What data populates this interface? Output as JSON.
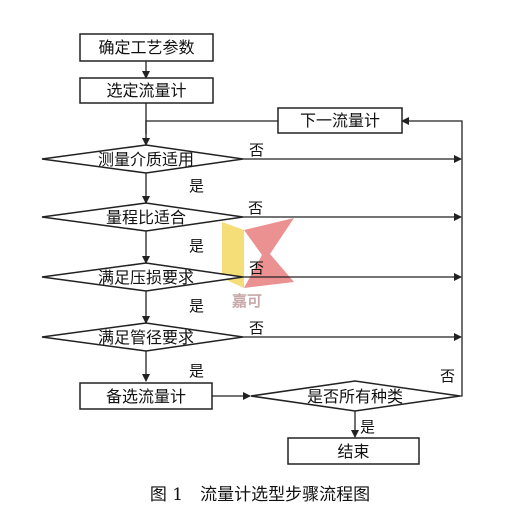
{
  "diagram": {
    "nodes": {
      "determine_params": "确定工艺参数",
      "select_meter": "选定流量计",
      "next_meter": "下一流量计",
      "medium_check": "测量介质适用",
      "range_check": "量程比适合",
      "pressure_loss_check": "满足压损要求",
      "pipe_diameter_check": "满足管径要求",
      "candidate_meter": "备选流量计",
      "all_types_check": "是否所有种类",
      "end": "结束"
    },
    "edge_labels": {
      "medium_no": "否",
      "medium_yes": "是",
      "range_no": "否",
      "range_yes": "是",
      "pressure_no": "否",
      "pressure_yes": "是",
      "pipe_no": "否",
      "pipe_yes": "是",
      "all_types_no": "否",
      "all_types_yes": "是"
    },
    "caption": "图 1　流量计选型步骤流程图"
  },
  "watermark": {
    "text": "嘉可",
    "colors": {
      "yellow": "#f2d14a",
      "red": "#e26262"
    }
  },
  "colors": {
    "stroke": "#222222",
    "text": "#111111"
  }
}
